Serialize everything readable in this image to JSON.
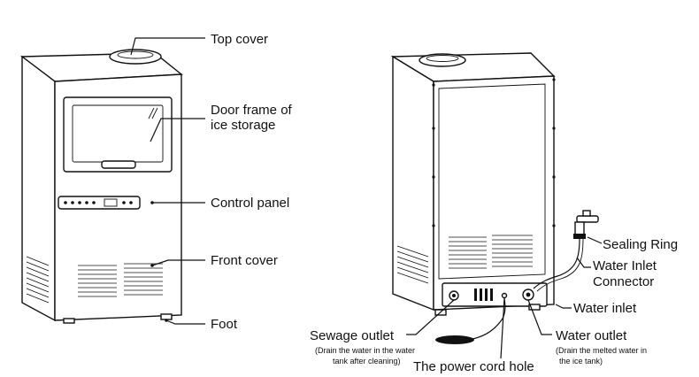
{
  "front_view": {
    "labels": {
      "top_cover": "Top cover",
      "door_frame_line1": "Door frame of",
      "door_frame_line2": "ice storage",
      "control_panel": "Control panel",
      "front_cover": "Front cover",
      "foot": "Foot"
    }
  },
  "rear_view": {
    "labels": {
      "sealing_ring": "Sealing Ring",
      "water_inlet_connector_line1": "Water Inlet",
      "water_inlet_connector_line2": "Connector",
      "water_inlet": "Water inlet",
      "sewage_outlet": "Sewage outlet",
      "sewage_note_line1": "(Drain the water in the water",
      "sewage_note_line2": "tank after cleaning)",
      "power_cord_hole": "The power cord hole",
      "water_outlet": "Water outlet",
      "water_outlet_note_line1": "(Drain the melted water in",
      "water_outlet_note_line2": "the ice tank)"
    }
  },
  "icons": [
    "ice-machine-front",
    "ice-machine-rear",
    "faucet-icon",
    "hose",
    "power-cord"
  ],
  "colors": {
    "ink": "#111111",
    "background": "#ffffff"
  }
}
